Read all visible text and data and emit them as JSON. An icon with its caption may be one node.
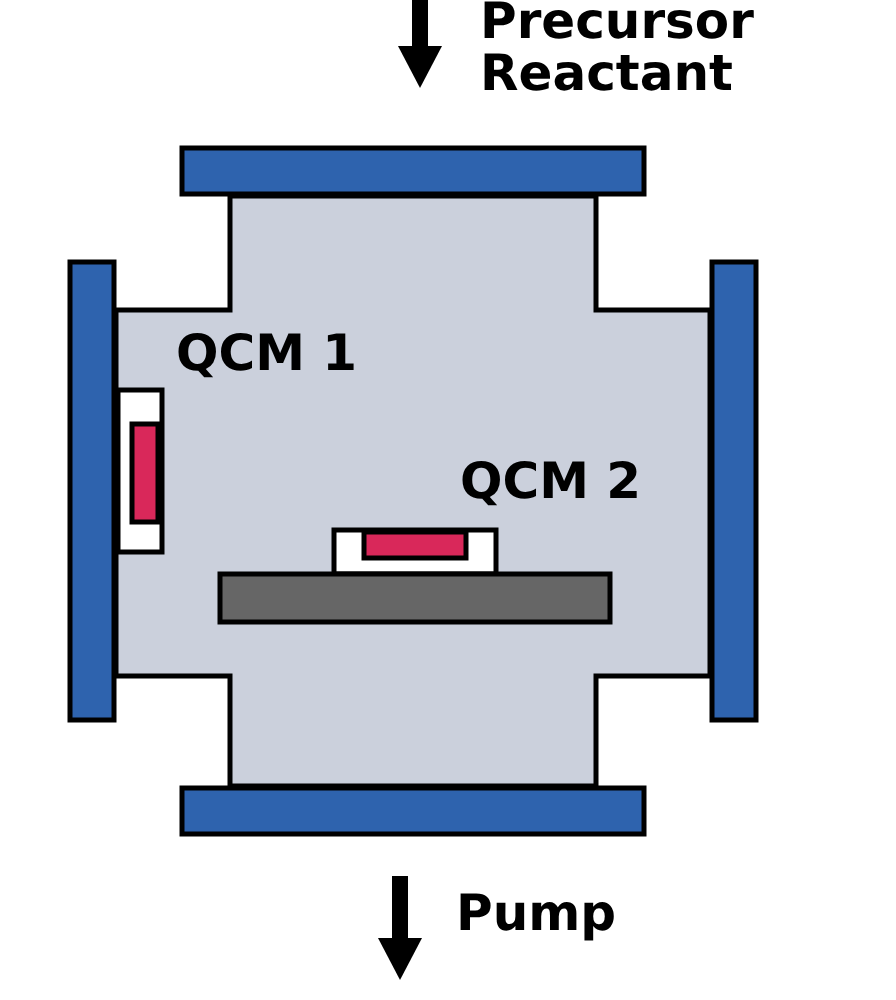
{
  "diagram": {
    "labels": [
      "Precursor Reactant",
      "QCM 1",
      "QCM 2",
      "Pump"
    ]
  }
}
